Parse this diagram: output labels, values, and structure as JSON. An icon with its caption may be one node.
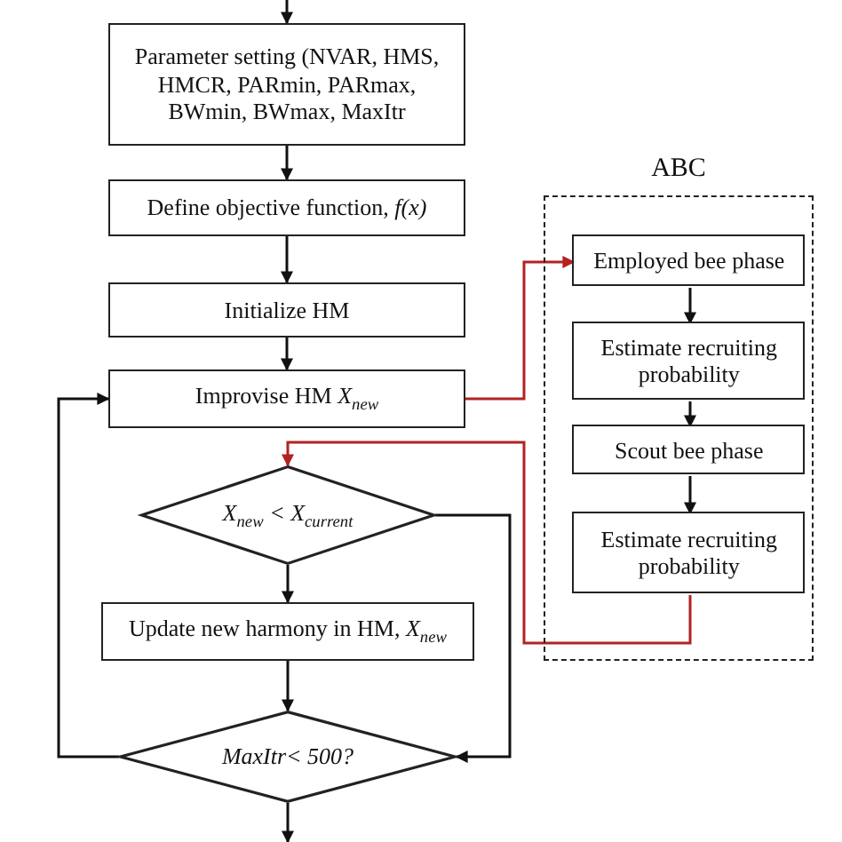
{
  "diagram": {
    "nodes": [
      {
        "text": [
          "Parameter setting (NVAR, HMS, HMCR, PARmin, PARmax, BWmin, BWmax, MaxItr"
        ]
      },
      {
        "text": [
          "Define objective function, *f(x)*"
        ]
      },
      {
        "text": [
          "Initialize HM"
        ]
      },
      {
        "text": [
          "Improvise HM *X*$_{new}$"
        ]
      },
      {
        "text": [
          "X$_{new}$ < X$_{current}$"
        ]
      },
      {
        "text": [
          "Update new harmony in HM, *X*$_{new}$"
        ]
      },
      {
        "text": [
          "MaxItr< 500?"
        ]
      },
      {
        "text": [
          "ABC"
        ]
      },
      {
        "text": [
          "Employed bee phase"
        ],
        "in": 7
      },
      {
        "text": [
          "Estimate recruiting probability"
        ],
        "in": 7
      },
      {
        "text": [
          "Scout bee phase"
        ],
        "in": 7
      },
      {
        "text": [
          "Estimate recruiting probability"
        ],
        "in": 7
      }
    ],
    "edges": [
      {
        "from": null,
        "to": 0,
        "arrow": "to"
      },
      {
        "from": 0,
        "to": 1,
        "arrow": "to"
      },
      {
        "from": 1,
        "to": 2,
        "arrow": "to"
      },
      {
        "from": 2,
        "to": 3,
        "arrow": "to"
      },
      {
        "from": 3,
        "to": 8,
        "arrow": "to",
        "color": "#b22222"
      },
      {
        "from": 8,
        "to": 9,
        "arrow": "to"
      },
      {
        "from": 9,
        "to": 10,
        "arrow": "to"
      },
      {
        "from": 10,
        "to": 11,
        "arrow": "to"
      },
      {
        "from": 11,
        "to": 4,
        "arrow": "to",
        "color": "#b22222"
      },
      {
        "from": 4,
        "to": 5,
        "arrow": "to"
      },
      {
        "from": 5,
        "to": 6,
        "arrow": "to"
      },
      {
        "from": 4,
        "to": 6,
        "arrow": "to"
      },
      {
        "from": 6,
        "to": 3,
        "arrow": "to"
      },
      {
        "from": 6,
        "to": null,
        "arrow": "to"
      }
    ]
  }
}
